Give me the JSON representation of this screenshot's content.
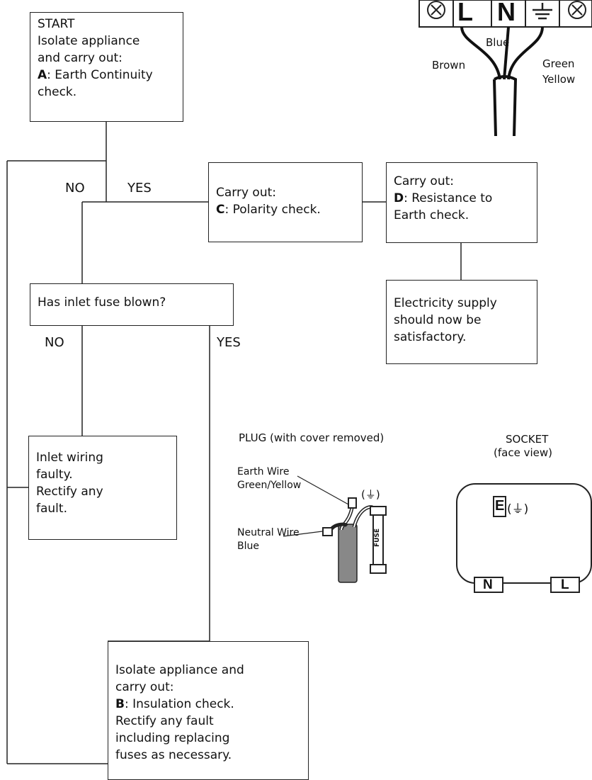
{
  "flow": {
    "start": {
      "title": "START",
      "l1": "Isolate appliance",
      "l2": "and carry out:",
      "l3_key": "A",
      "l3": ": Earth Continuity",
      "l4": "check."
    },
    "no1": "NO",
    "yes1": "YES",
    "fuse_q": "Has inlet fuse blown?",
    "no2": "NO",
    "yes2": "YES",
    "polarity": {
      "l1": "Carry out:",
      "l2_key": "C",
      "l2": ": Polarity check."
    },
    "resistance": {
      "l1": "Carry out:",
      "l2_key": "D",
      "l2": ": Resistance to",
      "l3": "Earth check."
    },
    "supply_ok": {
      "l1": "Electricity supply",
      "l2": "should now be",
      "l3": "satisfactory."
    },
    "inlet_wiring": {
      "l1": "Inlet wiring",
      "l2": "faulty.",
      "l3": "Rectify any",
      "l4": "fault."
    },
    "insulation": {
      "l1": "Isolate appliance and",
      "l2": "carry out:",
      "l3_key": "B",
      "l3": ": Insulation check.",
      "l4": "Rectify any fault",
      "l5": "including replacing",
      "l6": "fuses as necessary."
    }
  },
  "terminal_block": {
    "terminals": [
      "L",
      "N"
    ],
    "wire_blue": "Blue",
    "wire_brown": "Brown",
    "wire_green": "Green",
    "wire_yellow": "Yellow"
  },
  "plug": {
    "title": "PLUG (with cover removed)",
    "earth_wire_1": "Earth Wire",
    "earth_wire_2": "Green/Yellow",
    "neutral_wire_1": "Neutral Wire",
    "neutral_wire_2": "Blue",
    "fuse_label": "FUSE",
    "earth_symbol": "(⏚)"
  },
  "socket": {
    "title_1": "SOCKET",
    "title_2": "(face view)",
    "e_label": "E",
    "earth_symbol": "(⏚)",
    "n_label": "N",
    "l_label": "L"
  },
  "colors": {
    "line": "#222222",
    "cable_fill": "#888888",
    "background": "#ffffff"
  }
}
